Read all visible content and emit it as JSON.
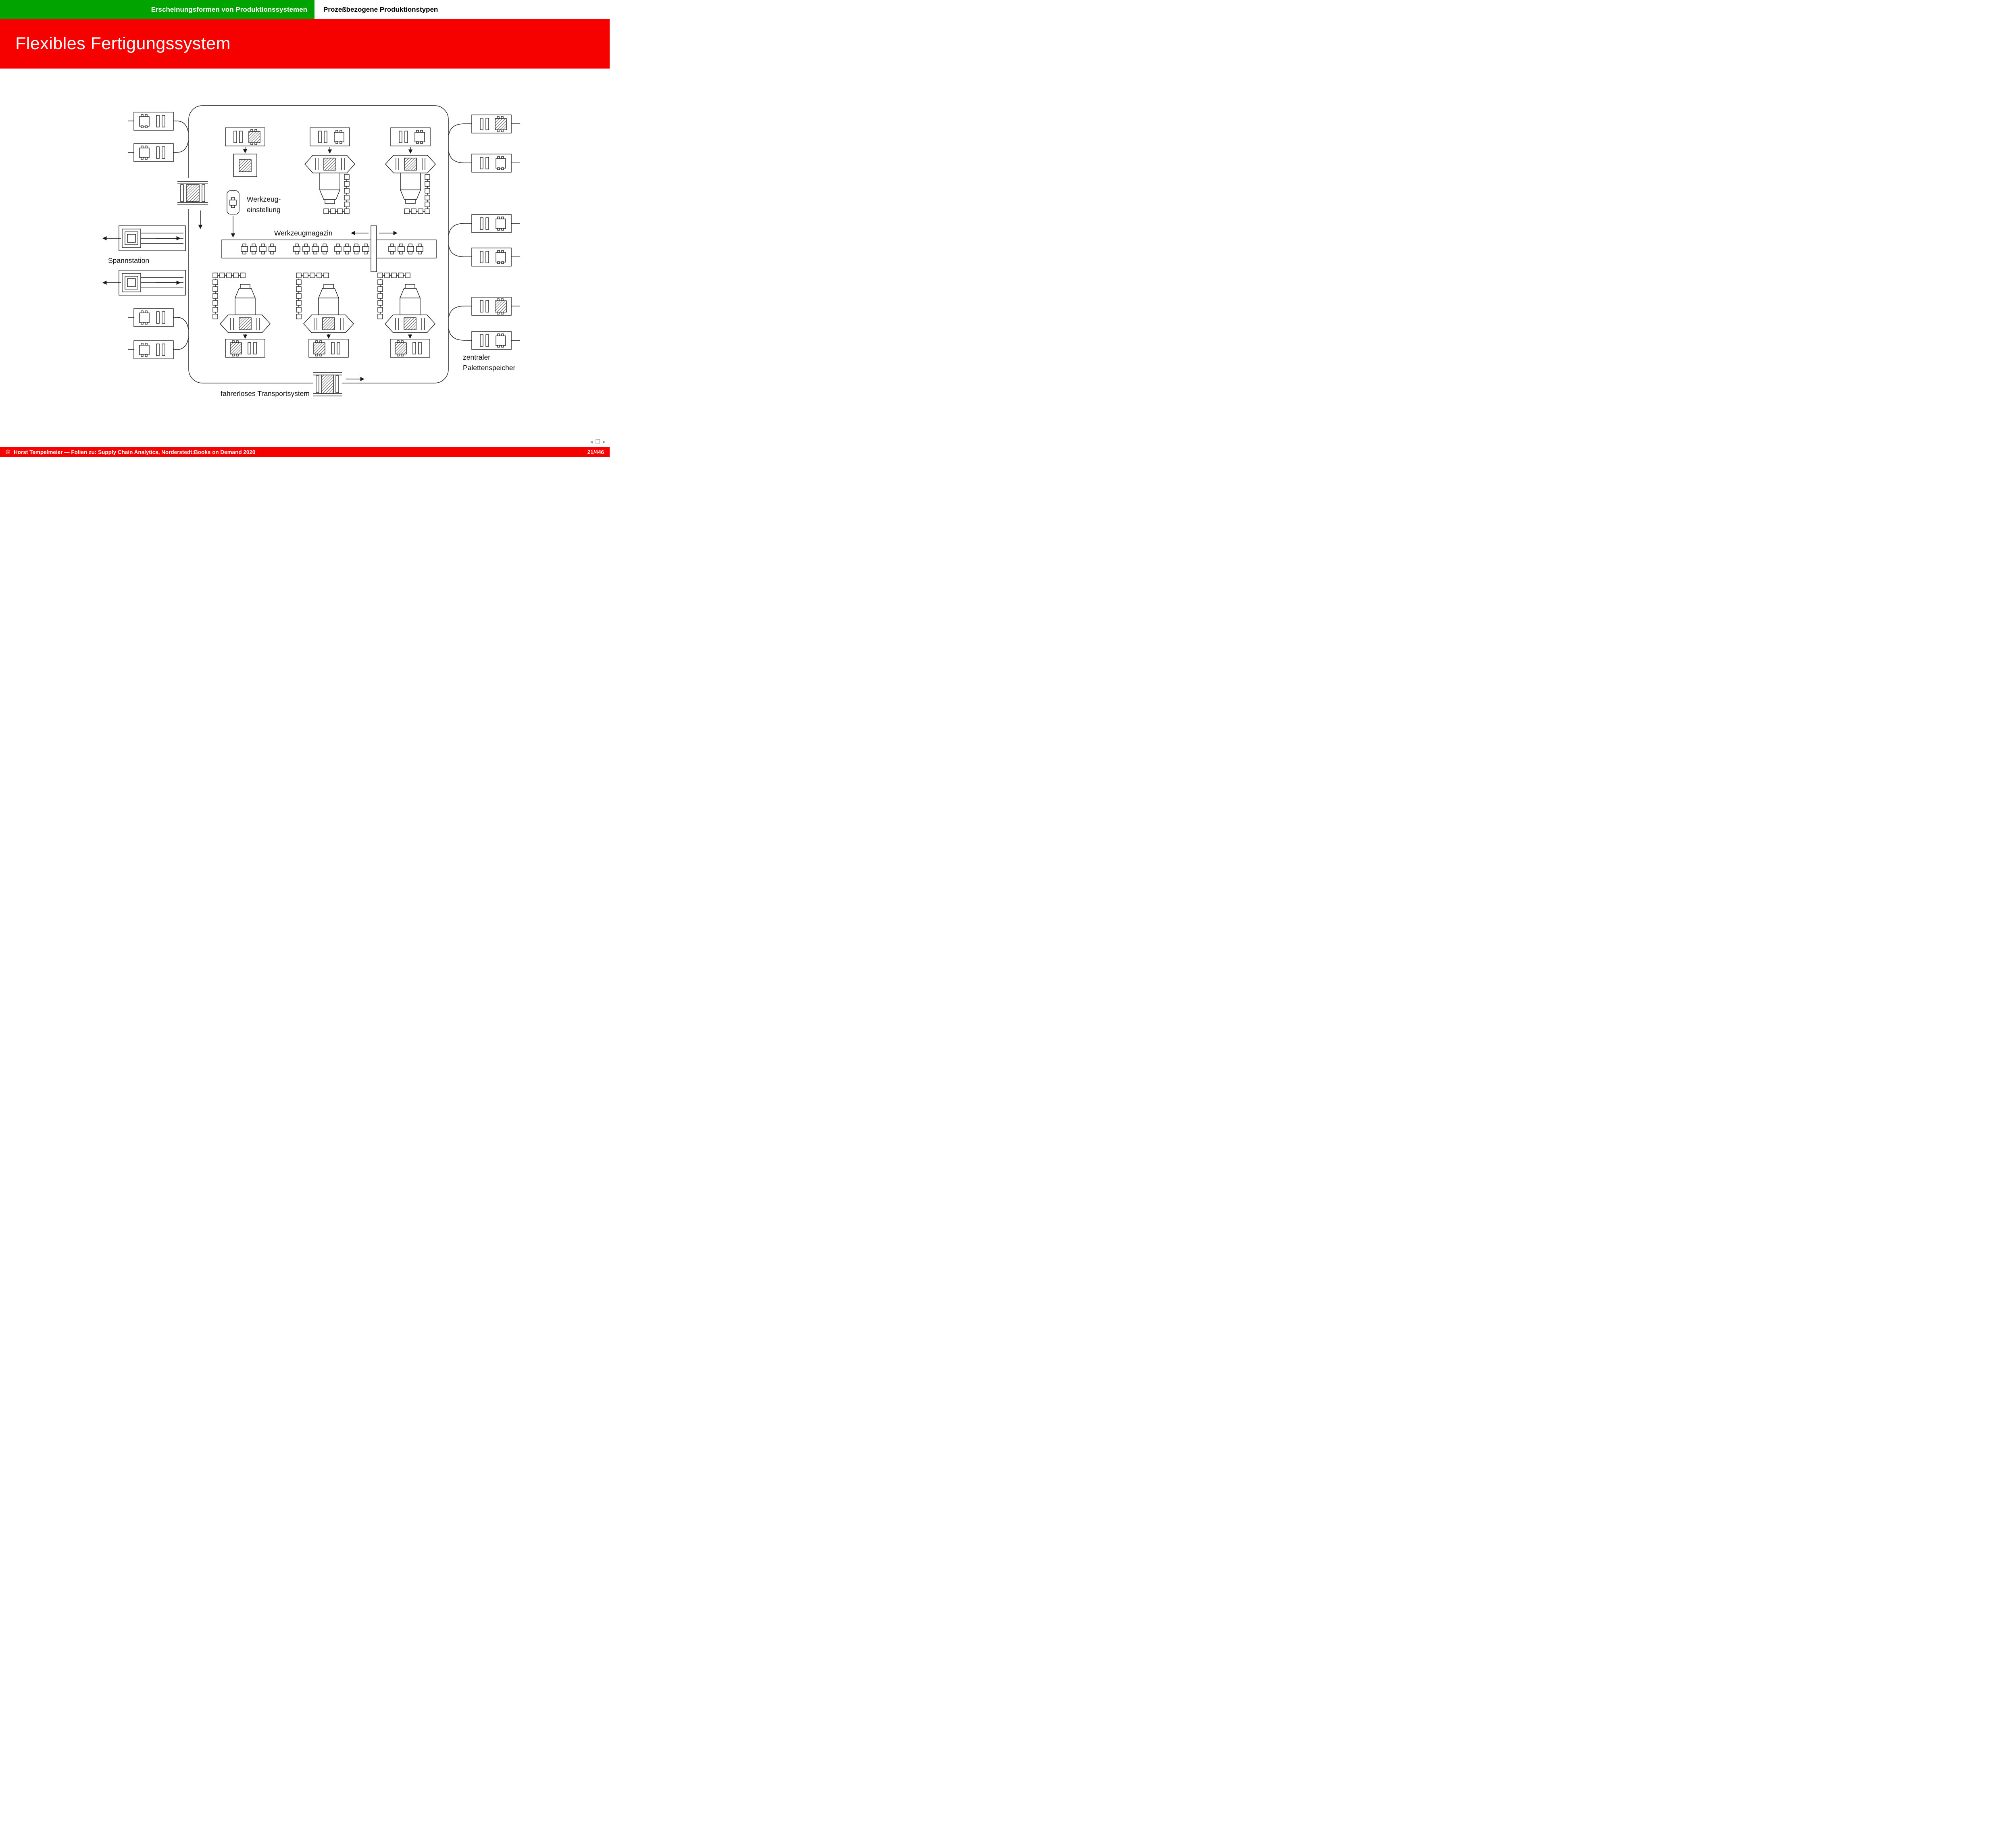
{
  "header": {
    "section_left": "Erscheinungsformen von Produktionssystemen",
    "section_right": "Prozeßbezogene Produktionstypen"
  },
  "slide": {
    "title": "Flexibles Fertigungssystem"
  },
  "diagram": {
    "labels": {
      "werkzeugeinstellung_line1": "Werkzeug-",
      "werkzeugeinstellung_line2": "einstellung",
      "werkzeugmagazin": "Werkzeugmagazin",
      "spannstation": "Spannstation",
      "palettenspeicher_line1": "zentraler",
      "palettenspeicher_line2": "Palettenspeicher",
      "transportsystem": "fahrerloses Transportsystem"
    }
  },
  "footer": {
    "copyright": "©",
    "attribution": "Horst Tempelmeier — Folien zu: Supply Chain Analytics, Norderstedt:Books on Demand 2020",
    "page_indicator": "21/446"
  },
  "nav": {
    "prev_icon": "◂",
    "frames_icon": "❐",
    "next_icon": "▸"
  },
  "colors": {
    "header_green": "#00a300",
    "accent_red": "#f70000"
  }
}
